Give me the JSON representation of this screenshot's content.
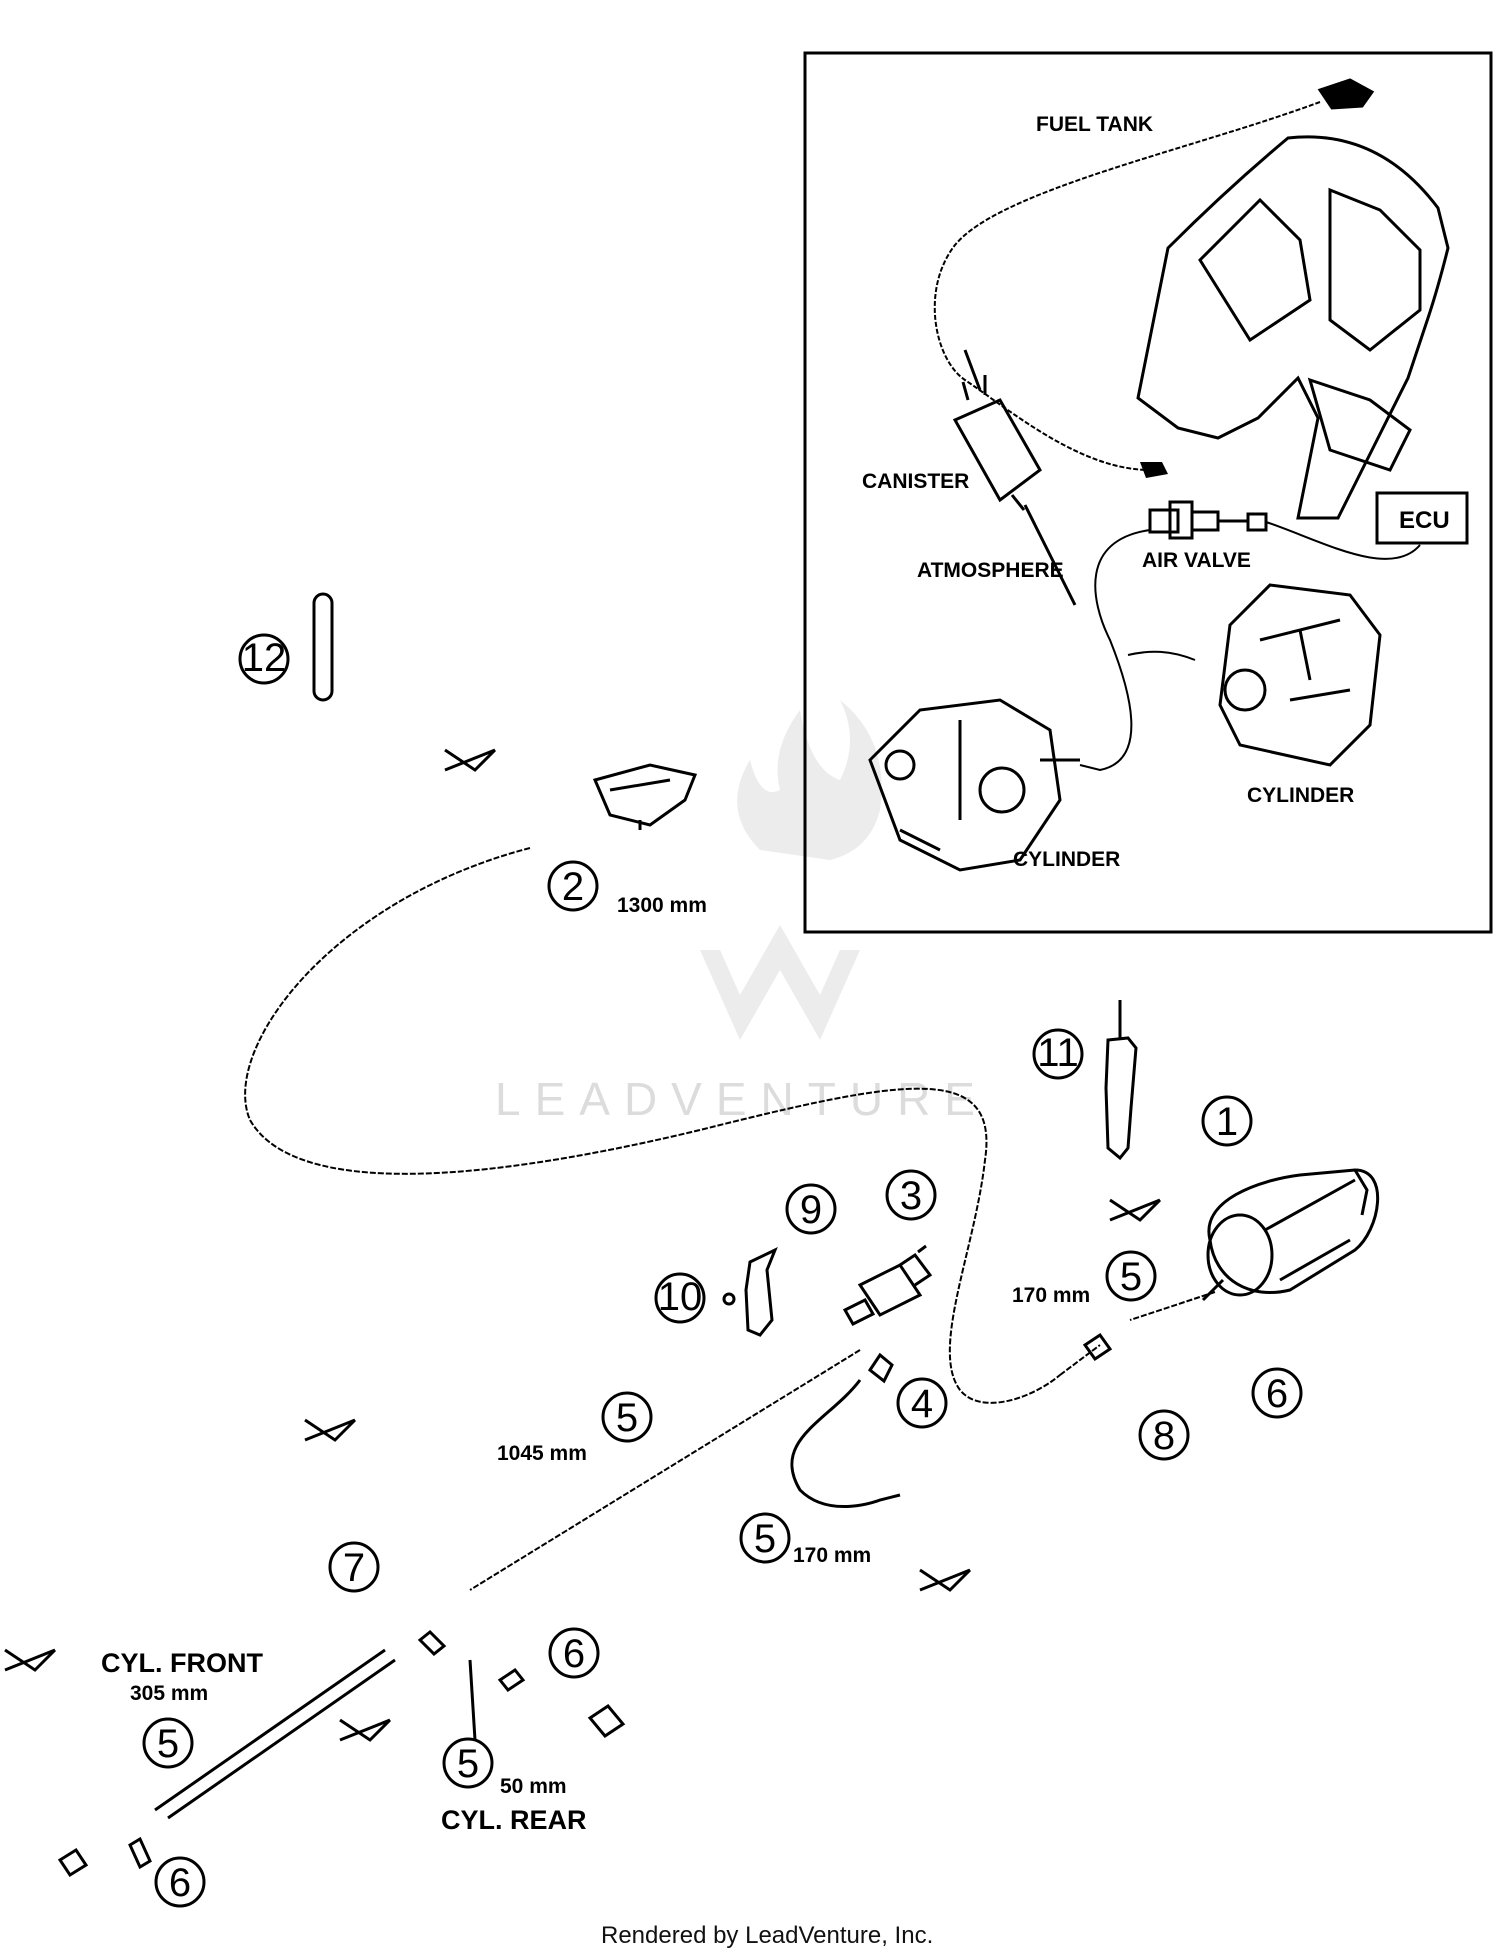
{
  "inset": {
    "labels": {
      "fuel_tank": "FUEL TANK",
      "canister": "CANISTER",
      "atmosphere": "ATMOSPHERE",
      "air_valve": "AIR VALVE",
      "ecu": "ECU",
      "cylinder_right": "CYLINDER",
      "cylinder_left": "CYLINDER"
    }
  },
  "callouts": {
    "c1": "1",
    "c2": "2",
    "c3": "3",
    "c4": "4",
    "c5a": "5",
    "c5b": "5",
    "c5c": "5",
    "c5d": "5",
    "c5e": "5",
    "c6a": "6",
    "c6b": "6",
    "c6c": "6",
    "c7": "7",
    "c8": "8",
    "c9": "9",
    "c10": "10",
    "c11": "11",
    "c12": "12"
  },
  "dimensions": {
    "d1300": "1300 mm",
    "d1045": "1045 mm",
    "d170a": "170 mm",
    "d170b": "170 mm",
    "d305": "305 mm",
    "d50": "50 mm"
  },
  "tags": {
    "cyl_front": "CYL. FRONT",
    "cyl_rear": "CYL. REAR"
  },
  "footer": {
    "rendered_by": "Rendered by LeadVenture, Inc."
  },
  "watermark": {
    "text": "LEADVENTURE"
  },
  "colors": {
    "ink": "#000000",
    "watermark": "#dcdcdc",
    "background": "#ffffff"
  }
}
